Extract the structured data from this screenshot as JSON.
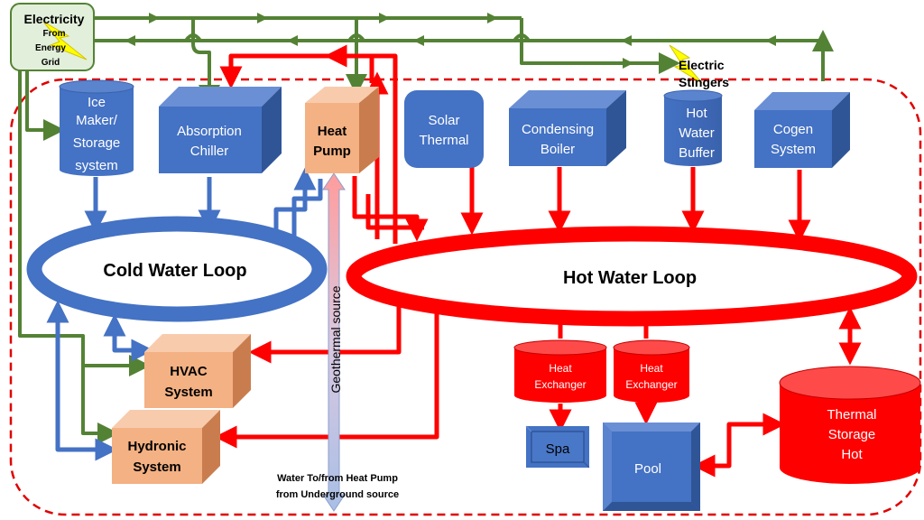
{
  "electricity": {
    "title": "Electricity",
    "source_lines": [
      "From",
      "Energy",
      "Grid"
    ]
  },
  "electric_stingers": [
    "Electric",
    "Stingers"
  ],
  "equipment": {
    "ice_maker": [
      "Ice",
      "Maker/",
      "Storage",
      "system"
    ],
    "absorption_chiller": [
      "Absorption",
      "Chiller"
    ],
    "heat_pump": [
      "Heat",
      "Pump"
    ],
    "solar_thermal": [
      "Solar",
      "Thermal"
    ],
    "condensing_boiler": [
      "Condensing",
      "Boiler"
    ],
    "hot_water_buffer": [
      "Hot",
      "Water",
      "Buffer"
    ],
    "cogen_system": [
      "Cogen",
      "System"
    ]
  },
  "loops": {
    "cold": "Cold Water Loop",
    "hot": "Hot Water Loop"
  },
  "geothermal_source": "Geothermal source",
  "underground_note": [
    "Water To/from Heat Pump",
    "from Underground source"
  ],
  "loads": {
    "hvac": [
      "HVAC",
      "System"
    ],
    "hydronic": [
      "Hydronic",
      "System"
    ],
    "heat_exchanger_1": [
      "Heat",
      "Exchanger"
    ],
    "heat_exchanger_2": [
      "Heat",
      "Exchanger"
    ],
    "spa": "Spa",
    "pool": "Pool",
    "thermal_storage": [
      "Thermal",
      "Storage",
      "Hot"
    ]
  },
  "colors": {
    "electric_line": "#548235",
    "hot_line": "#ff0000",
    "cold_line": "#4472c4",
    "blue_equipment": "#4472c4",
    "orange_equipment": "#f4b183",
    "electricity_box": "#e2efda",
    "boundary": "#e00000"
  }
}
